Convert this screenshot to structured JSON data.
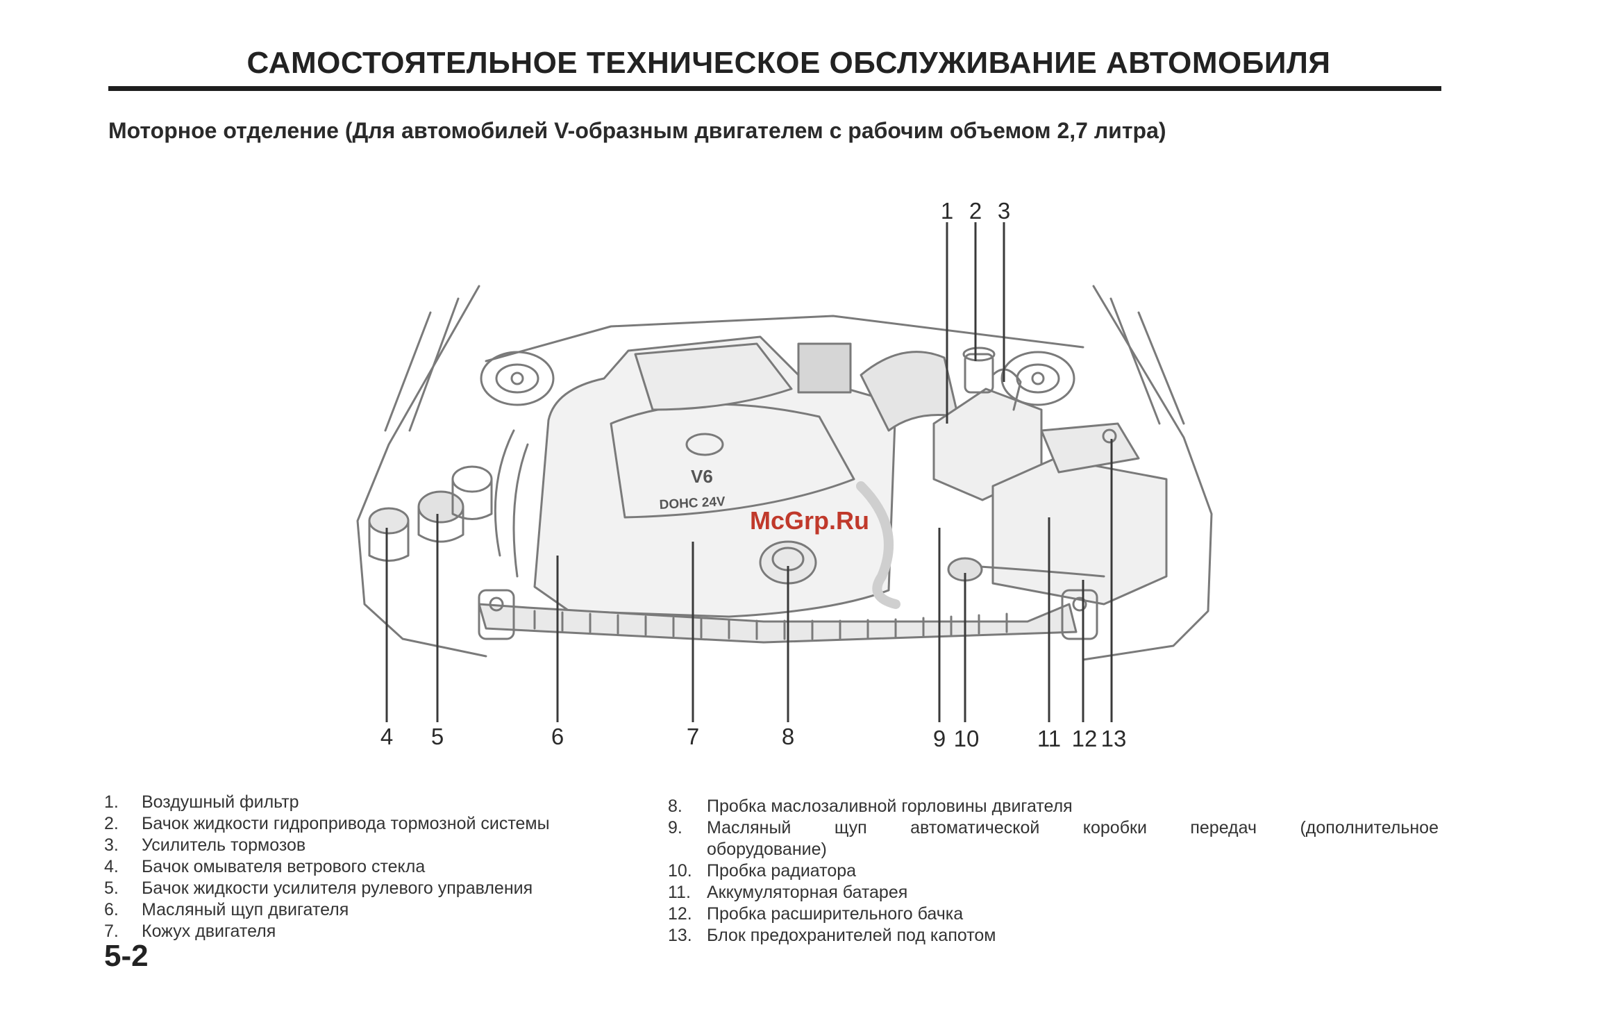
{
  "header": {
    "title": "САМОСТОЯТЕЛЬНОЕ ТЕХНИЧЕСКОЕ ОБСЛУЖИВАНИЕ АВТОМОБИЛЯ",
    "subtitle": "Моторное отделение (Для автомобилей V-образным двигателем с рабочим объемом 2,7 литра)"
  },
  "diagram": {
    "emblem_text": "V6",
    "badge_text": "DOHC 24V",
    "watermark": "McGrp.Ru",
    "callouts": [
      "1",
      "2",
      "3",
      "4",
      "5",
      "6",
      "7",
      "8",
      "9",
      "10",
      "11",
      "12",
      "13"
    ]
  },
  "legend": {
    "left": [
      {
        "num": "1.",
        "text": "Воздушный фильтр"
      },
      {
        "num": "2.",
        "text": "Бачок жидкости гидропривода тормозной системы"
      },
      {
        "num": "3.",
        "text": "Усилитель тормозов"
      },
      {
        "num": "4.",
        "text": "Бачок омывателя ветрового стекла"
      },
      {
        "num": "5.",
        "text": "Бачок жидкости усилителя рулевого управления"
      },
      {
        "num": "6.",
        "text": "Масляный щуп двигателя"
      },
      {
        "num": "7.",
        "text": "Кожух двигателя"
      }
    ],
    "right": [
      {
        "num": "8.",
        "text": "Пробка маслозаливной горловины двигателя"
      },
      {
        "num": "9.",
        "text": "Масляный щуп автоматической коробки передач (дополнительное",
        "cont": "оборудование)"
      },
      {
        "num": "10.",
        "text": "Пробка радиатора"
      },
      {
        "num": "11.",
        "text": "Аккумуляторная батарея"
      },
      {
        "num": "12.",
        "text": "Пробка расширительного бачка"
      },
      {
        "num": "13.",
        "text": "Блок предохранителей под капотом"
      }
    ]
  },
  "page_number": "5-2"
}
